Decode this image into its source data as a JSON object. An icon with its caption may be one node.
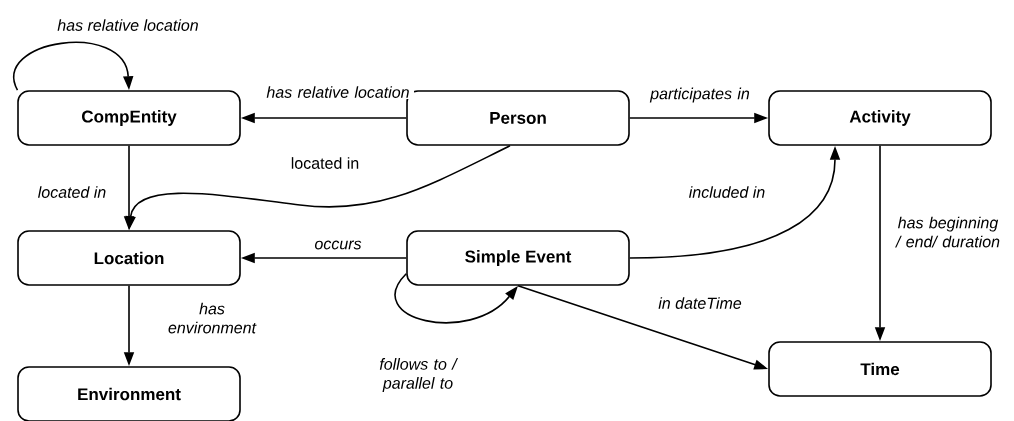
{
  "diagram": {
    "nodes": [
      {
        "text": [
          "CompEntity"
        ]
      },
      {
        "text": [
          "Person"
        ]
      },
      {
        "text": [
          "Activity"
        ]
      },
      {
        "text": [
          "Location"
        ]
      },
      {
        "text": [
          "Simple Event"
        ]
      },
      {
        "text": [
          "Environment"
        ]
      },
      {
        "text": [
          "Time"
        ]
      }
    ],
    "edges": [
      {
        "from": 0,
        "to": 0,
        "arrow": "to",
        "label": "has relative location"
      },
      {
        "from": 1,
        "to": 0,
        "arrow": "to",
        "label": "has relative location"
      },
      {
        "from": 1,
        "to": 2,
        "arrow": "to",
        "label": "participates in"
      },
      {
        "from": 0,
        "to": 3,
        "arrow": "to",
        "label": "located in"
      },
      {
        "from": 1,
        "to": 3,
        "arrow": "to",
        "label": "located in"
      },
      {
        "from": 4,
        "to": 3,
        "arrow": "to",
        "label": "occurs"
      },
      {
        "from": 4,
        "to": 4,
        "arrow": "to",
        "label": "follows to / parallel to"
      },
      {
        "from": 4,
        "to": 2,
        "arrow": "to",
        "label": "included in"
      },
      {
        "from": 4,
        "to": 6,
        "arrow": "to",
        "label": "in dateTime"
      },
      {
        "from": 2,
        "to": 6,
        "arrow": "to",
        "label": "has beginning / end/ duration"
      },
      {
        "from": 3,
        "to": 5,
        "arrow": "to",
        "label": "has environment"
      }
    ]
  }
}
